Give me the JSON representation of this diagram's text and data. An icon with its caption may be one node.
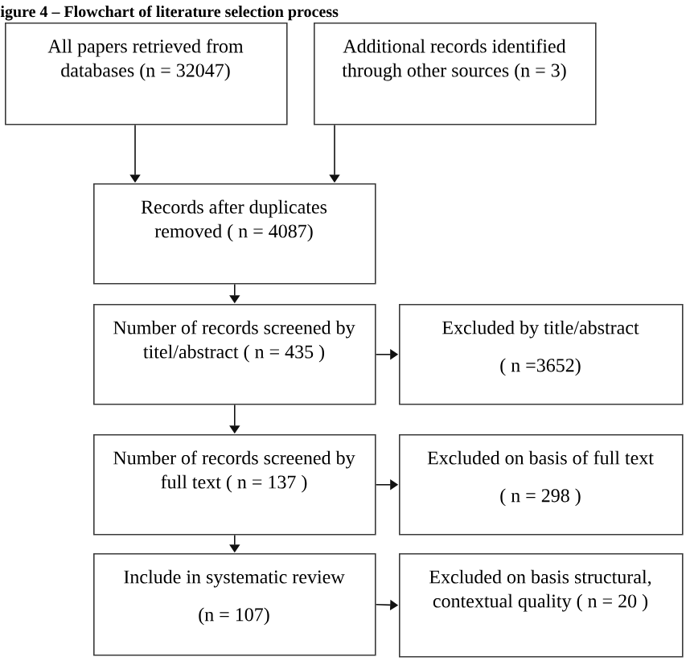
{
  "diagram": {
    "title": "igure 4 – Flowchart of literature selection process",
    "nodes": [
      {
        "text": [
          "All papers retrieved from databases (n = 32047)"
        ]
      },
      {
        "text": [
          "Additional records identified through other sources (n = 3)"
        ]
      },
      {
        "text": [
          "Records after duplicates removed ( n = 4087)"
        ]
      },
      {
        "text": [
          "Number of records screened by titel/abstract ( n = 435 )"
        ]
      },
      {
        "text": [
          "Excluded by title/abstract",
          "( n =3652)"
        ]
      },
      {
        "text": [
          "Number of records screened by full text ( n = 137 )"
        ]
      },
      {
        "text": [
          "Excluded on basis of full text",
          "( n = 298 )"
        ]
      },
      {
        "text": [
          "Include in systematic review",
          "(n = 107)"
        ]
      },
      {
        "text": [
          "Excluded on basis structural, contextual quality ( n = 20 )"
        ]
      }
    ],
    "edges": [
      {
        "from": 0,
        "to": 2,
        "arrow": "to"
      },
      {
        "from": 1,
        "to": 2,
        "arrow": "to"
      },
      {
        "from": 2,
        "to": 3,
        "arrow": "to"
      },
      {
        "from": 3,
        "to": 4,
        "arrow": "to"
      },
      {
        "from": 3,
        "to": 5,
        "arrow": "to"
      },
      {
        "from": 5,
        "to": 6,
        "arrow": "to"
      },
      {
        "from": 5,
        "to": 7,
        "arrow": "to"
      },
      {
        "from": 7,
        "to": 8,
        "arrow": "to"
      }
    ]
  }
}
